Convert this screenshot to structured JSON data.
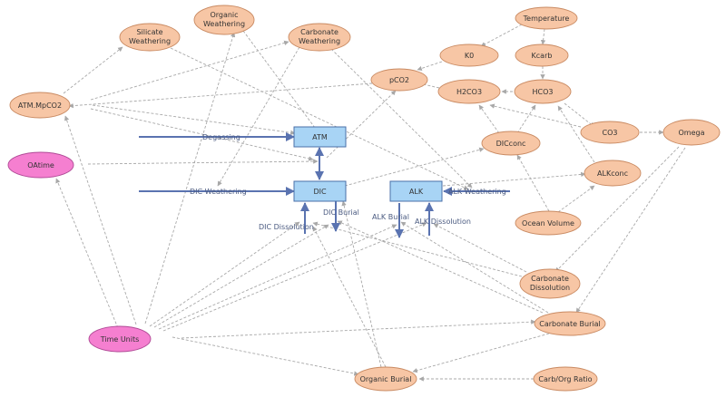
{
  "colors": {
    "variable_fill": "#f7c6a5",
    "variable_stroke": "#c98a62",
    "converter_fill": "#f57fd0",
    "converter_stroke": "#b04a96",
    "stock_fill": "#a8d4f5",
    "stock_stroke": "#4a6fa8",
    "flow": "#5a73b0",
    "link": "#a8a8a8"
  },
  "nodes": {
    "organic_weathering": {
      "lines": [
        "Organic",
        "Weathering"
      ],
      "kind": "variable"
    },
    "silicate_weathering": {
      "lines": [
        "Silicate",
        "Weathering"
      ],
      "kind": "variable"
    },
    "carbonate_weathering": {
      "lines": [
        "Carbonate",
        "Weathering"
      ],
      "kind": "variable"
    },
    "temperature": {
      "lines": [
        "Temperature"
      ],
      "kind": "variable"
    },
    "k0": {
      "lines": [
        "K0"
      ],
      "kind": "variable"
    },
    "kcarb": {
      "lines": [
        "Kcarb"
      ],
      "kind": "variable"
    },
    "pco2": {
      "lines": [
        "pCO2"
      ],
      "kind": "variable"
    },
    "h2co3": {
      "lines": [
        "H2CO3"
      ],
      "kind": "variable"
    },
    "hco3": {
      "lines": [
        "HCO3"
      ],
      "kind": "variable"
    },
    "atm_mpco2": {
      "lines": [
        "ATM.MpCO2"
      ],
      "kind": "variable"
    },
    "co3": {
      "lines": [
        "CO3"
      ],
      "kind": "variable"
    },
    "omega": {
      "lines": [
        "Omega"
      ],
      "kind": "variable"
    },
    "dicconc": {
      "lines": [
        "DICconc"
      ],
      "kind": "variable"
    },
    "oatime": {
      "lines": [
        "OAtime"
      ],
      "kind": "converter"
    },
    "alkconc": {
      "lines": [
        "ALKconc"
      ],
      "kind": "variable"
    },
    "ocean_volume": {
      "lines": [
        "Ocean Volume"
      ],
      "kind": "variable"
    },
    "carbonate_dissolution": {
      "lines": [
        "Carbonate",
        "Dissolution"
      ],
      "kind": "variable"
    },
    "carbonate_burial": {
      "lines": [
        "Carbonate Burial"
      ],
      "kind": "variable"
    },
    "time_units": {
      "lines": [
        "Time Units"
      ],
      "kind": "converter"
    },
    "organic_burial": {
      "lines": [
        "Organic Burial"
      ],
      "kind": "variable"
    },
    "carb_org_ratio": {
      "lines": [
        "Carb/Org Ratio"
      ],
      "kind": "variable"
    }
  },
  "stocks": {
    "atm": {
      "label": "ATM"
    },
    "dic": {
      "label": "DIC"
    },
    "alk": {
      "label": "ALK"
    }
  },
  "flows": {
    "degassing": "Degassing",
    "dic_weathering": "DIC Weathering",
    "alk_weathering": "ALK Weathering",
    "dic_burial": "DIC Burial",
    "dic_dissolution": "DIC Dissolution",
    "alk_burial": "ALK Burial",
    "alk_dissolution": "ALK Dissolution"
  }
}
